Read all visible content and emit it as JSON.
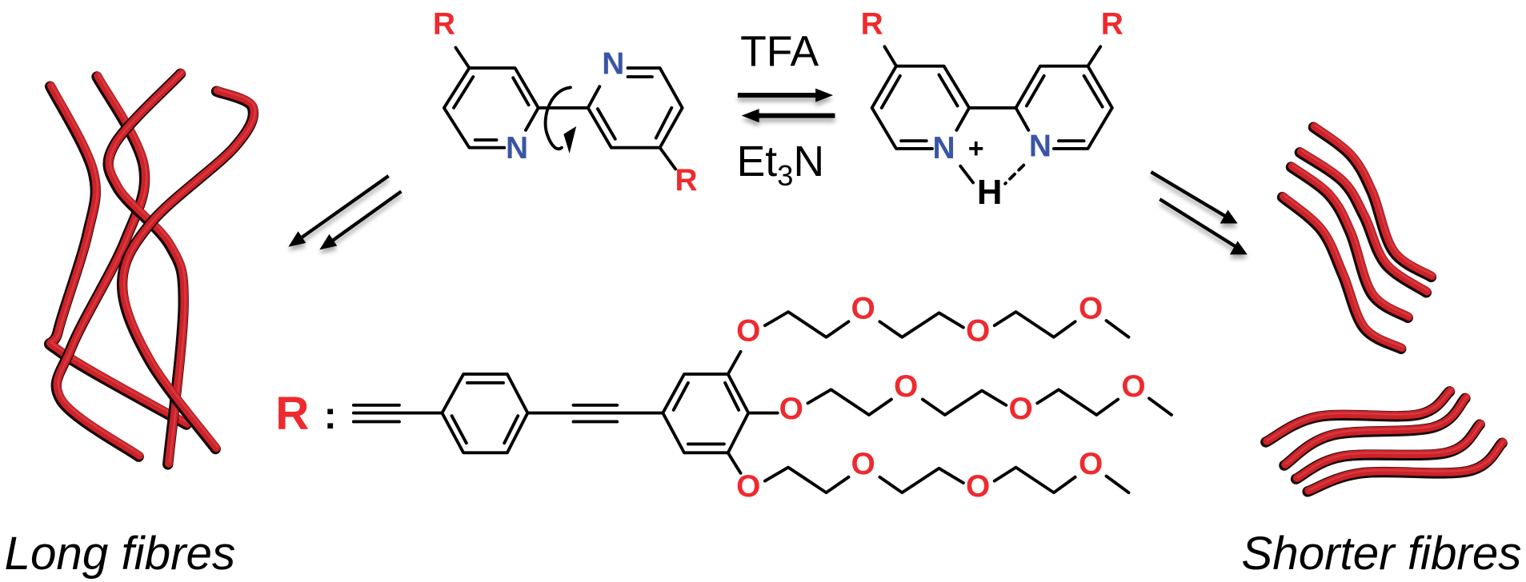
{
  "scheme": {
    "left_molecule": {
      "substituents": [
        "R",
        "R"
      ],
      "nitrogens": [
        "N",
        "N"
      ]
    },
    "equilibrium": {
      "forward_reagent": "TFA",
      "reverse_reagent": {
        "prefix": "Et",
        "subscript": "3",
        "suffix": "N"
      }
    },
    "right_molecule": {
      "substituents": [
        "R",
        "R"
      ],
      "nitrogens": [
        "N",
        "N"
      ],
      "charge": "+",
      "bridging_hydrogen": "H"
    },
    "r_group": {
      "label": "R",
      "separator": ":",
      "oxygen": "O"
    },
    "labels": {
      "left": "Long fibres",
      "right": "Shorter fibres"
    }
  },
  "colors": {
    "substituent": "#ee2a2e",
    "nitrogen": "#3a55a4",
    "oxygen": "#ee2a2e",
    "fibre": "#cc2229",
    "fibre_outline": "#1a0a0a",
    "bond": "#000000"
  }
}
